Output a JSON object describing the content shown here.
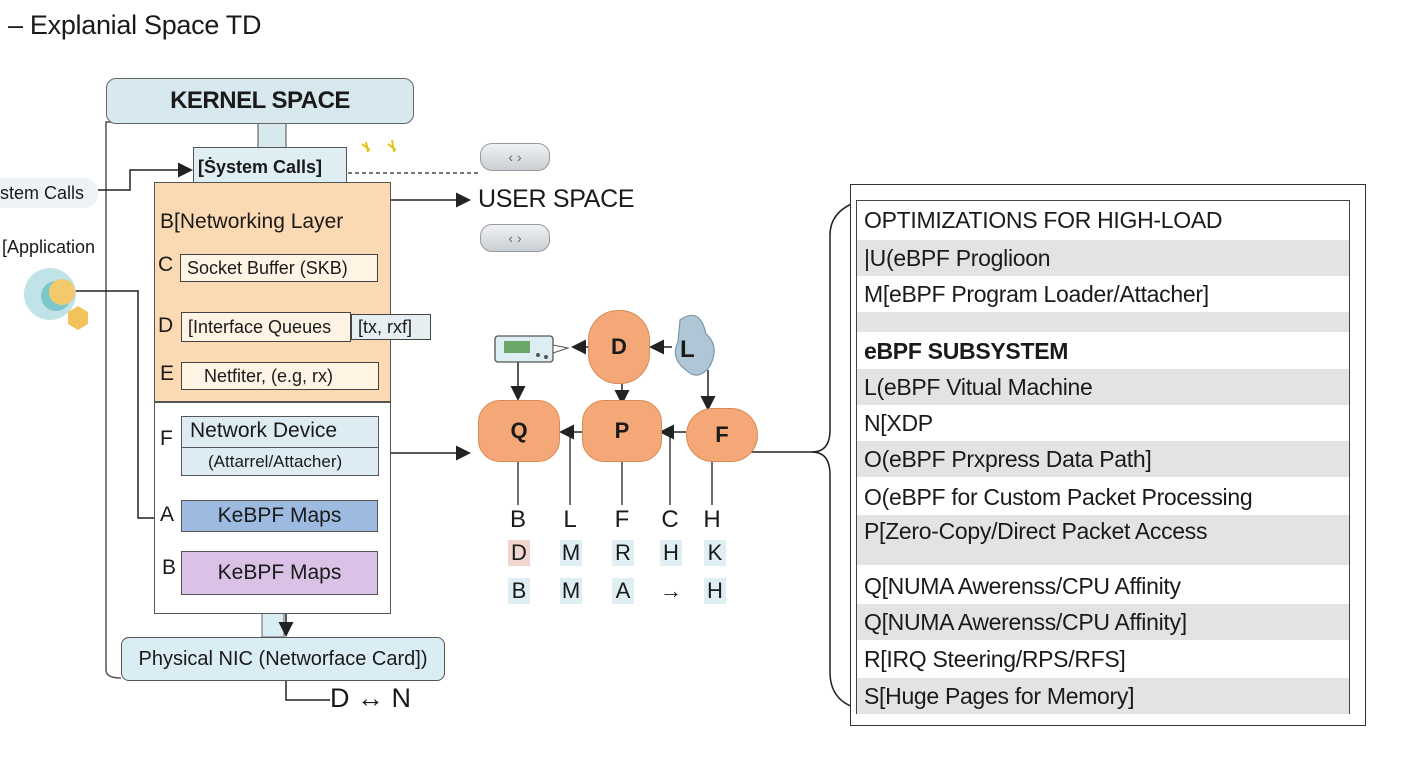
{
  "title": "– Explanial Space TD",
  "kernel": {
    "header": "KERNEL SPACE",
    "system_calls_box": "[Ṡystem Calls]",
    "user_space": "USER SPACE",
    "side_pill": "stem Calls",
    "application_label": "[Application",
    "networking": {
      "tag": "B",
      "label": "[Networking Layer"
    },
    "socket_buffer": {
      "tag": "C",
      "label": "Socket Buffer (SKB)"
    },
    "interface_queues": {
      "tag": "D",
      "label": "[Interface Queues",
      "extra": "[tx, rxf]"
    },
    "netfilter": {
      "tag": "E",
      "label": "Netfiter, (e.g, rx)"
    },
    "network_device": {
      "tag": "F",
      "label": "Network Device",
      "sub": "(Attarrel/Attacher)"
    },
    "maps_a": {
      "tag": "A",
      "label": "KeBPF Maps"
    },
    "maps_b": {
      "tag": "B",
      "label": "KeBPF Maps"
    },
    "nic": "Physical NIC (Networface Card])",
    "dn": "D ↔ N"
  },
  "graph": {
    "nodes": {
      "d": "D",
      "l": "L",
      "q": "Q",
      "p": "P",
      "f": "F"
    },
    "letters": [
      "B",
      "L",
      "F",
      "C",
      "H"
    ],
    "row1": [
      "D",
      "M",
      "R",
      "H",
      "K"
    ],
    "row2": [
      "B",
      "M",
      "A",
      "→",
      "H"
    ],
    "colors": {
      "node": "#f4a877",
      "node_border": "#d98a56",
      "l_shape": "#aec6d6",
      "pink_cell": "#efd6cf",
      "blue_cell": "#dfeef3"
    }
  },
  "optimizations": {
    "header": "OPTIMIZATIONS FOR HIGH-LOAD",
    "rows": [
      "|U(eBPF Proglioon",
      "M[eBPF Program Loader/Attacher]",
      "eBPF SUBSYSTEM",
      "L(eBPF Vitual Machine",
      "N[XDP",
      "O(eBPF Prxpress Data Path]",
      "O(eBPF for Custom Packet Processing",
      "P[Zero-Copy/Direct Packet Access",
      "Q[NUMA Awerenss/CPU Affinity",
      "Q[NUMA Awerenss/CPU Affinity]",
      "R[IRQ Steering/RPS/RFS]",
      "S[Huge Pages for Memory]"
    ]
  }
}
